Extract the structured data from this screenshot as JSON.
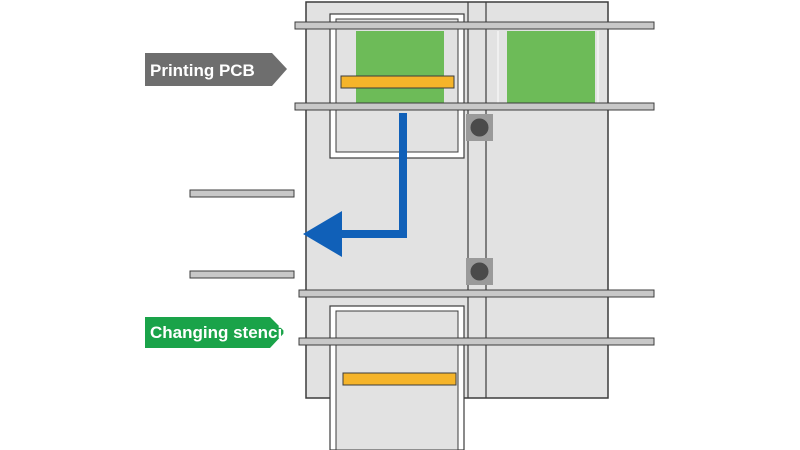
{
  "labels": {
    "printing_pcb": "Printing PCB",
    "changing_stencils": "Changing stencils"
  },
  "colors": {
    "machine_body": "#e2e2e2",
    "outline": "#3c3c3c",
    "rail": "#c8c8c8",
    "pcb": "#6dbb58",
    "squeegee": "#f5b42a",
    "arrow": "#1060b8",
    "printing_label_bg": "#6e6e6e",
    "changing_label_bg": "#1aa349",
    "roller": "#4a4a4a"
  },
  "icons": {
    "arrow": "down-then-left-arrow",
    "rollers": "circular-roller"
  }
}
